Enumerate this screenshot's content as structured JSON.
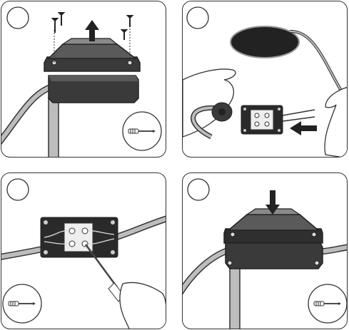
{
  "panels": [
    {
      "id": "remove-cover-step",
      "step_indicator": "blank-circle",
      "icons": [
        "screws-icon",
        "up-arrow-icon",
        "screwdriver-icon"
      ]
    },
    {
      "id": "insert-cable-step",
      "step_indicator": "blank-circle",
      "icons": [
        "cable-hole-icon",
        "left-arrow-icon",
        "connector-block-icon"
      ]
    },
    {
      "id": "tighten-terminals-step",
      "step_indicator": "blank-circle",
      "icons": [
        "screwdriver-icon",
        "connector-block-icon"
      ]
    },
    {
      "id": "close-cover-step",
      "step_indicator": "blank-circle",
      "icons": [
        "down-arrow-icon",
        "screwdriver-icon"
      ]
    }
  ],
  "colors": {
    "outline": "#333333",
    "housing_dark": "#3a3a3a",
    "housing_mid": "#5a5a5a",
    "housing_light": "#8a8a8a",
    "cable_fill": "#bdbdbd",
    "arrow": "#222222",
    "background": "#ffffff"
  }
}
